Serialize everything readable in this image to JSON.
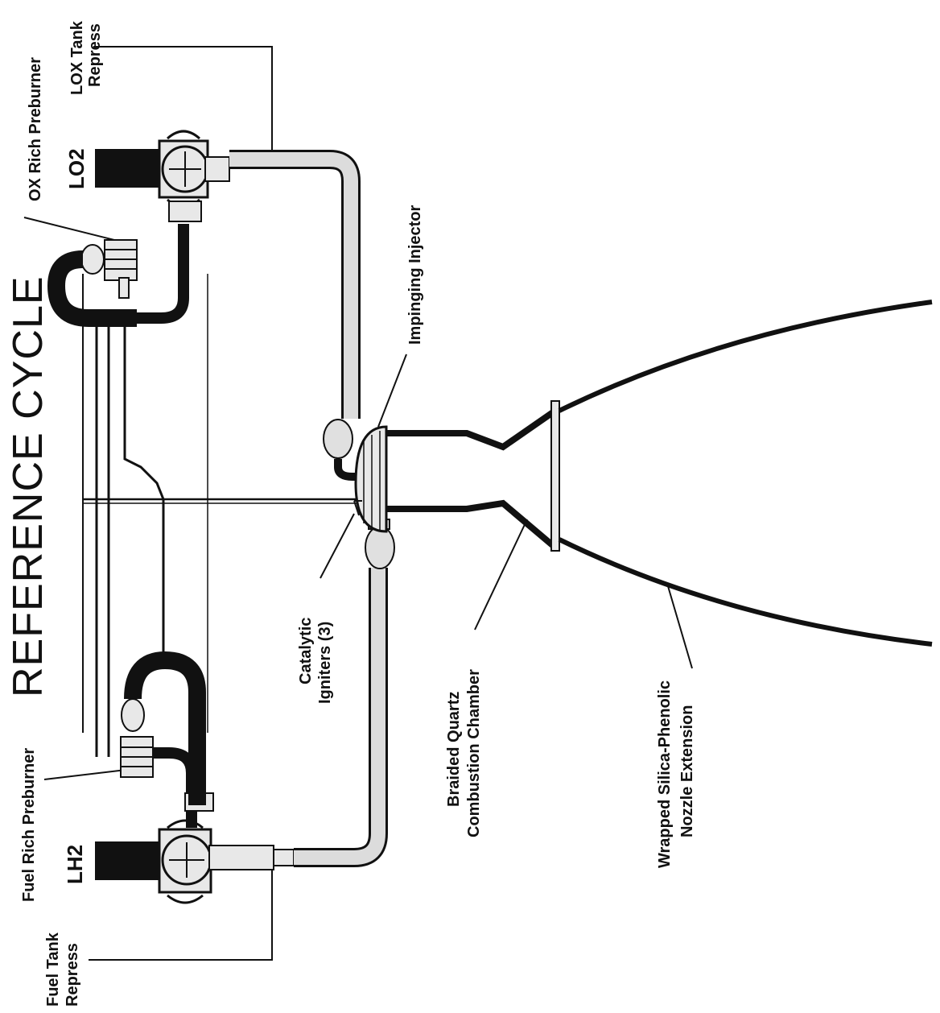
{
  "diagram": {
    "title": "REFERENCE CYCLE",
    "colors": {
      "ink": "#111111",
      "pipe_fill": "#d9d9d9",
      "background": "#ffffff"
    },
    "labels": {
      "lox_tank_repress_1": "LOX Tank",
      "lox_tank_repress_2": "Repress",
      "ox_rich_preburner": "OX Rich Preburner",
      "lo2": "LO2",
      "impinging_injector": "Impinging Injector",
      "catalytic_igniters_1": "Catalytic",
      "catalytic_igniters_2": "Igniters (3)",
      "braided_quartz_1": "Braided Quartz",
      "braided_quartz_2": "Combustion Chamber",
      "wrapped_silica_1": "Wrapped Silica-Phenolic",
      "wrapped_silica_2": "Nozzle Extension",
      "fuel_rich_preburner": "Fuel Rich Preburner",
      "lh2": "LH2",
      "fuel_tank_repress_1": "Fuel Tank",
      "fuel_tank_repress_2": "Repress"
    }
  }
}
